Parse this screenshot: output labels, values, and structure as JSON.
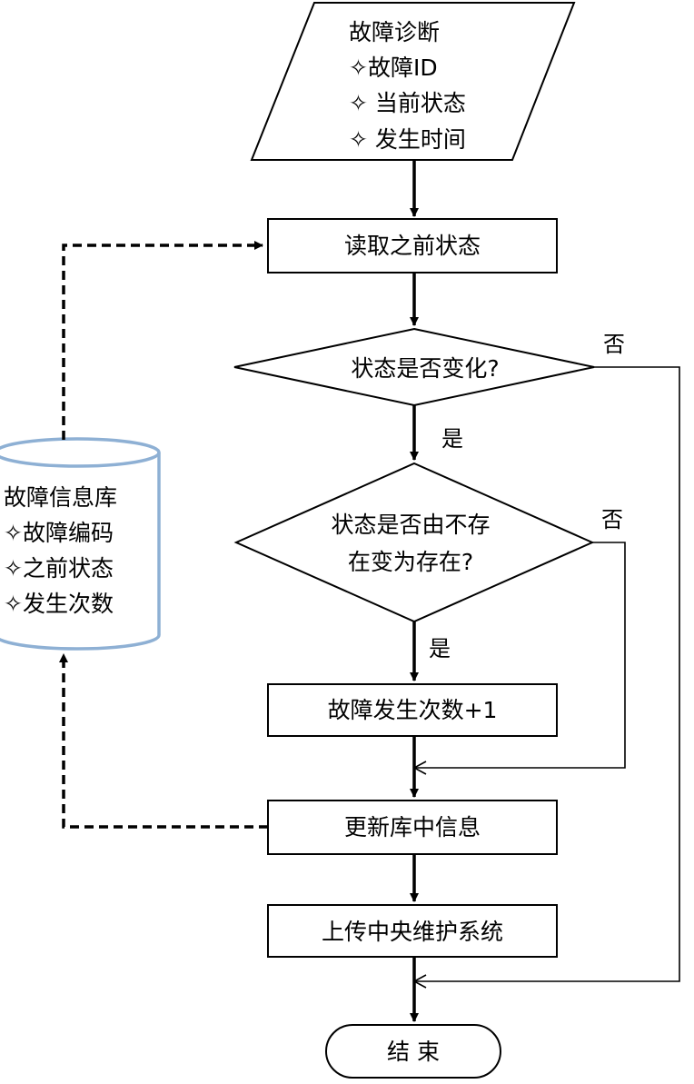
{
  "input": {
    "title": "故障诊断",
    "items": [
      "✧故障ID",
      "✧ 当前状态",
      "✧ 发生时间"
    ]
  },
  "steps": {
    "read_prev": "读取之前状态",
    "increment": "故障发生次数+1",
    "update_db": "更新库中信息",
    "upload": "上传中央维护系统",
    "end": "结 束"
  },
  "decisions": {
    "changed": {
      "lines": [
        "状态是否变化?"
      ],
      "no": "否",
      "yes": "是"
    },
    "appeared": {
      "lines": [
        "状态是否由不存",
        "在变为存在?"
      ],
      "no": "否",
      "yes": "是"
    }
  },
  "database": {
    "title": "故障信息库",
    "items": [
      "✧故障编码",
      "✧之前状态",
      "✧发生次数"
    ]
  },
  "colors": {
    "db_stroke": "#8eb0d4"
  }
}
